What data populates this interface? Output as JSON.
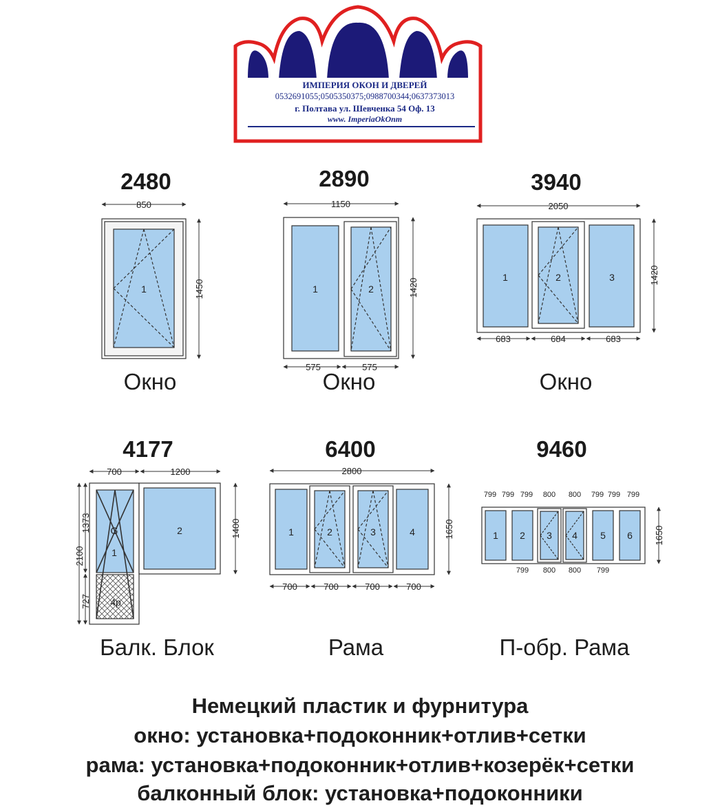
{
  "logo": {
    "company": "ИМПЕРИЯ ОКОН И ДВЕРЕЙ",
    "phones": "0532691055;0505350375;0988700344;0637373013",
    "address": "г. Полтава ул. Шевченка 54 Оф. 13",
    "website": "www. ImperiaOkOnm",
    "colors": {
      "crown_outline": "#e02020",
      "crown_arch": "#1c1a78",
      "text": "#1c2a86"
    }
  },
  "glass_color": "#a9cfee",
  "products": [
    {
      "price": "2480",
      "caption": "Окно",
      "width": "850",
      "height": "1450",
      "sashes": [
        "1"
      ]
    },
    {
      "price": "2890",
      "caption": "Окно",
      "width": "1150",
      "height": "1420",
      "sashes": [
        "1",
        "2"
      ],
      "bottom_dims": [
        "575",
        "575"
      ]
    },
    {
      "price": "3940",
      "caption": "Окно",
      "width": "2050",
      "height": "1420",
      "sashes": [
        "1",
        "2",
        "3"
      ],
      "bottom_dims": [
        "683",
        "684",
        "683"
      ]
    },
    {
      "price": "4177",
      "caption": "Балк. Блок",
      "top_dims": [
        "700",
        "1200"
      ],
      "left_dims": [
        "2100",
        "1373",
        "727"
      ],
      "right_dim": "1400",
      "sashes": [
        "G",
        "1",
        "2"
      ],
      "panel_label": "4p"
    },
    {
      "price": "6400",
      "caption": "Рама",
      "width": "2800",
      "height": "1650",
      "sashes": [
        "1",
        "2",
        "3",
        "4"
      ],
      "bottom_dims": [
        "700",
        "700",
        "700",
        "700"
      ]
    },
    {
      "price": "9460",
      "caption": "П-обр. Рама",
      "height": "1650",
      "sashes": [
        "1",
        "2",
        "3",
        "4",
        "5",
        "6"
      ],
      "top_dims": [
        "799",
        "799",
        "799",
        "800",
        "800",
        "799",
        "799",
        "799"
      ],
      "bottom_dims": [
        "799",
        "800",
        "800",
        "799"
      ]
    }
  ],
  "footer": [
    "Немецкий пластик и фурнитура",
    "окно: установка+подоконник+отлив+сетки",
    "рама: установка+подоконник+отлив+козерёк+сетки",
    "балконный блок: установка+подоконники"
  ]
}
